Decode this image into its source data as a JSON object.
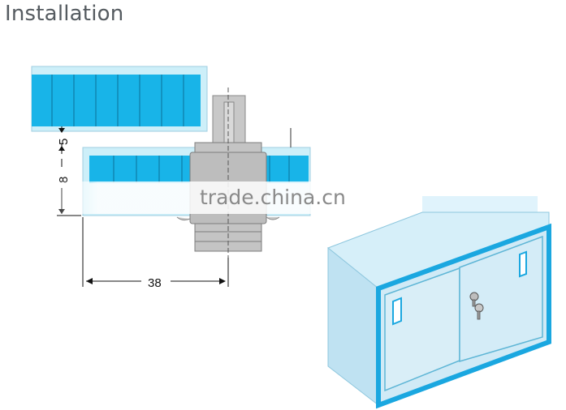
{
  "page": {
    "title": "Installation"
  },
  "dimensions": {
    "gap_label": "5",
    "thickness_label": "8",
    "offset_label": "38"
  },
  "watermark": {
    "text": "trade.china.cn"
  },
  "colors": {
    "glass_fill": "#18b4e8",
    "glass_edge": "#cdeff9",
    "cabinet_body": "#bfe2f2",
    "cabinet_trim": "#1aa7e0",
    "lock_gray": "#c8c8c8"
  }
}
